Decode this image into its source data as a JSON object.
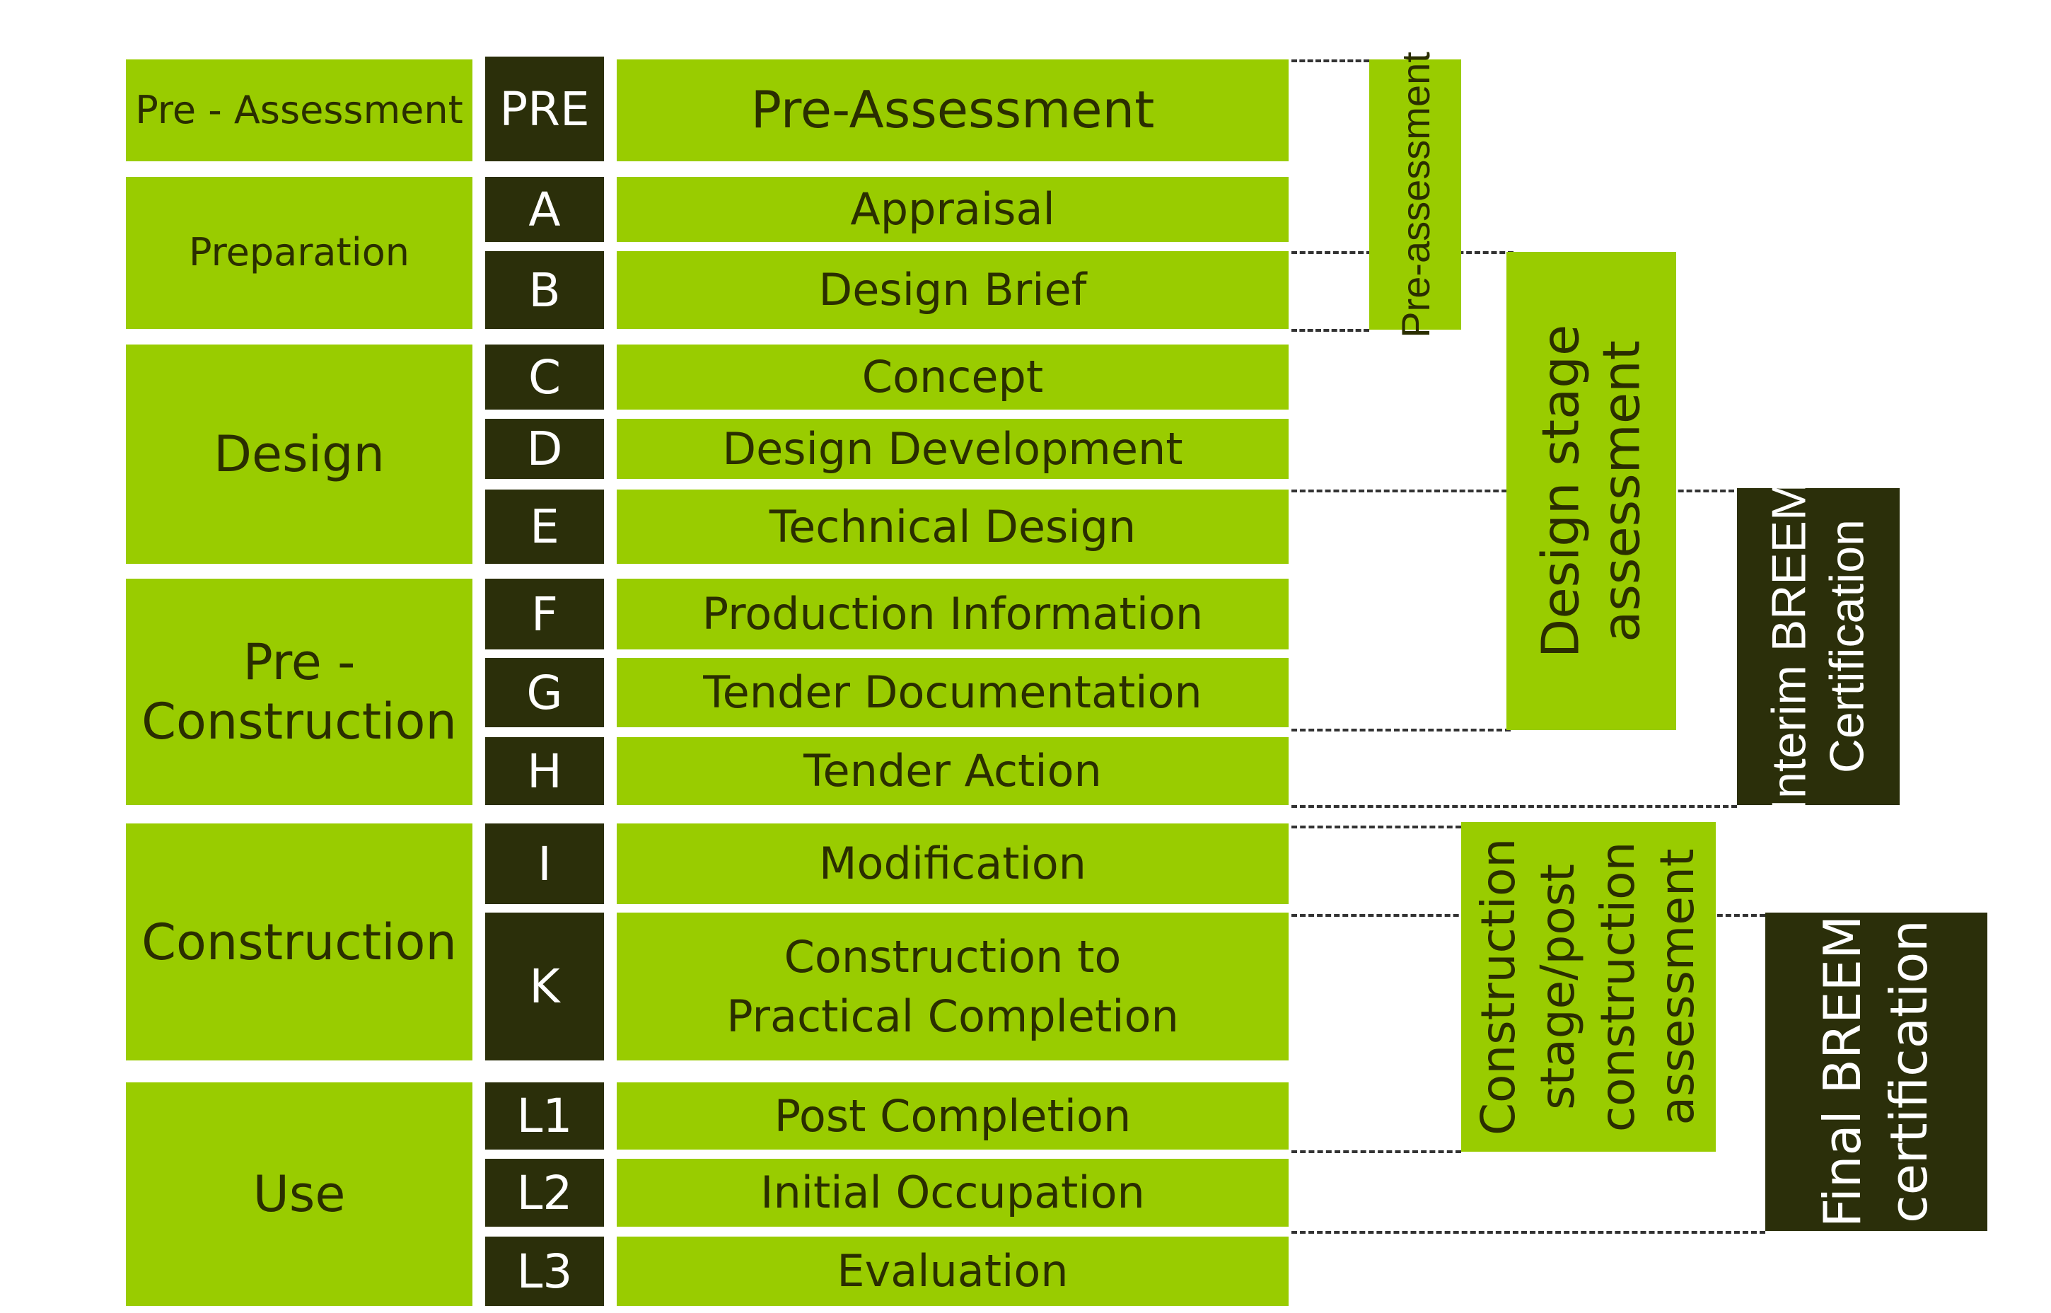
{
  "phases": [
    {
      "label": "Pre - Assessment"
    },
    {
      "label": "Preparation"
    },
    {
      "label": "Design"
    },
    {
      "label": "Pre -\nConstruction"
    },
    {
      "label": "Construction"
    },
    {
      "label": "Use"
    }
  ],
  "stages": [
    {
      "code": "PRE",
      "name": "Pre-Assessment"
    },
    {
      "code": "A",
      "name": "Appraisal"
    },
    {
      "code": "B",
      "name": "Design Brief"
    },
    {
      "code": "C",
      "name": "Concept"
    },
    {
      "code": "D",
      "name": "Design Development"
    },
    {
      "code": "E",
      "name": "Technical Design"
    },
    {
      "code": "F",
      "name": "Production Information"
    },
    {
      "code": "G",
      "name": "Tender Documentation"
    },
    {
      "code": "H",
      "name": "Tender Action"
    },
    {
      "code": "I",
      "name": "Modification"
    },
    {
      "code": "K",
      "name": "Construction to Practical Completion"
    },
    {
      "code": "L1",
      "name": "Post Completion"
    },
    {
      "code": "L2",
      "name": "Initial Occupation"
    },
    {
      "code": "L3",
      "name": "Evaluation"
    }
  ],
  "assessments": {
    "pre_assessment": "Pre-assessment",
    "design_stage": {
      "line1": "Design stage",
      "line2": "assessment"
    },
    "interim": {
      "line1": "Interim BREEM",
      "line2": "Certification"
    },
    "construction": {
      "line1": "Construction",
      "line2": "stage/post",
      "line3": "construction",
      "line4": "assessment"
    },
    "final": {
      "line1": "Final BREEM",
      "line2": "certification"
    }
  },
  "colors": {
    "green": "#99cc00",
    "dark": "#2b2f0a",
    "text_dark": "#2a2e00"
  }
}
